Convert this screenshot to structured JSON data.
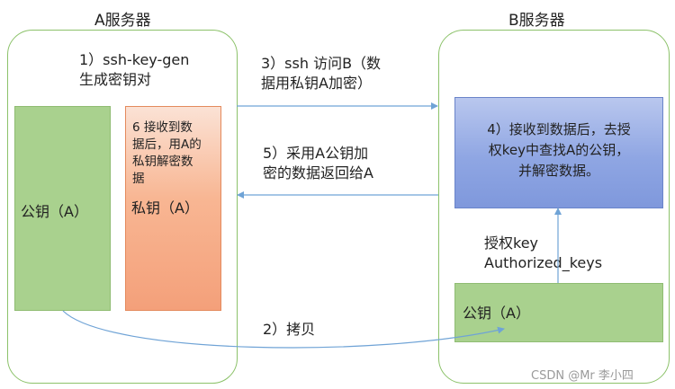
{
  "server_a": {
    "title": "A服务器",
    "step1": [
      "1）ssh-key-gen",
      "生成密钥对"
    ],
    "public_key": "公钥（A）",
    "private_box": {
      "step6": [
        "6 接收到数",
        "据后，用A的",
        "私钥解密数",
        "据"
      ],
      "private_key": "私钥（A）"
    }
  },
  "server_b": {
    "title": "B服务器",
    "step4": [
      "4）接收到数据后，去授",
      "权key中查找A的公钥，",
      "并解密数据。"
    ],
    "auth_label": [
      "授权key",
      "Authorized_keys"
    ],
    "public_key": "公钥（A）"
  },
  "arrows": {
    "step3": [
      "3）ssh 访问B（数",
      "据用私钥A加密）"
    ],
    "step5": [
      "5）采用A公钥加",
      "密的数据返回给A"
    ],
    "step2": "2）拷贝"
  },
  "colors": {
    "server_border": "#8cc26a",
    "public_key_box": "#a9d18e",
    "private_key_box": "#f4a07a",
    "processing_box": "#8fa6e3",
    "arrow": "#6fa3d6"
  },
  "watermark": "CSDN @Mr 李小四"
}
